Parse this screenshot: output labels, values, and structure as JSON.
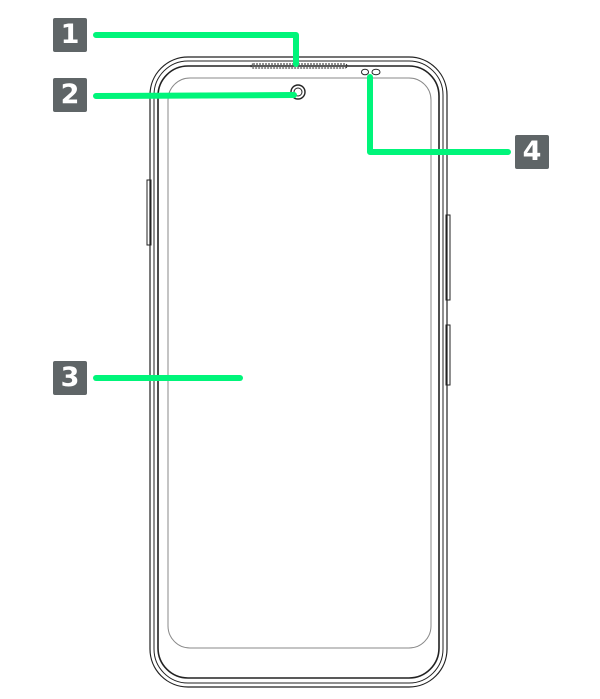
{
  "callouts": [
    {
      "number": "1",
      "target": "earpiece"
    },
    {
      "number": "2",
      "target": "front-camera"
    },
    {
      "number": "3",
      "target": "display"
    },
    {
      "number": "4",
      "target": "sensors"
    }
  ],
  "colors": {
    "leader": "#00f57a",
    "badge": "#5f6567",
    "outline": "#222222"
  }
}
